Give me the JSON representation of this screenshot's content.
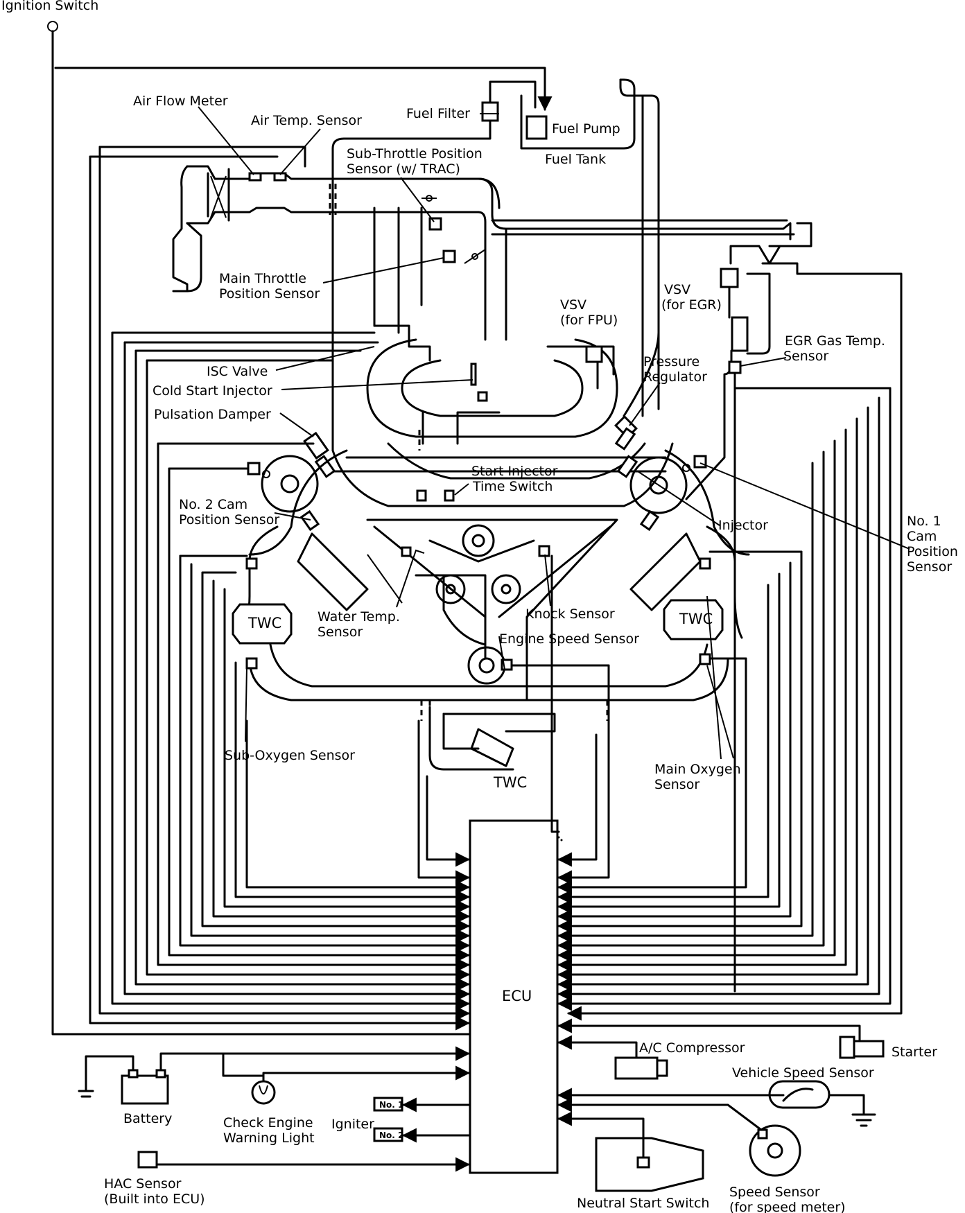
{
  "labels": {
    "ignition_switch": "Ignition Switch",
    "air_flow_meter": "Air Flow Meter",
    "air_temp_sensor": "Air Temp. Sensor",
    "fuel_filter": "Fuel Filter",
    "fuel_pump": "Fuel Pump",
    "fuel_tank": "Fuel Tank",
    "sub_throttle_1": "Sub-Throttle Position",
    "sub_throttle_2": "Sensor (w/ TRAC)",
    "main_throttle_1": "Main Throttle",
    "main_throttle_2": "Position Sensor",
    "vsv_fpu_1": "VSV",
    "vsv_fpu_2": "(for FPU)",
    "vsv_egr_1": "VSV",
    "vsv_egr_2": "(for EGR)",
    "egr_gas_1": "EGR Gas Temp.",
    "egr_gas_2": "Sensor",
    "pressure_reg_1": "Pressure",
    "pressure_reg_2": "Regulator",
    "isc_valve": "ISC Valve",
    "cold_start_injector": "Cold Start Injector",
    "pulsation_damper": "Pulsation Damper",
    "start_injector_1": "Start Injector",
    "start_injector_2": "Time Switch",
    "no2_cam_1": "No. 2 Cam",
    "no2_cam_2": "Position Sensor",
    "injector": "Injector",
    "no1_cam_1": "No. 1",
    "no1_cam_2": "Cam",
    "no1_cam_3": "Position",
    "no1_cam_4": "Sensor",
    "twc_left": "TWC",
    "twc_right": "TWC",
    "twc_bottom": "TWC",
    "water_temp_1": "Water Temp.",
    "water_temp_2": "Sensor",
    "knock_sensor": "Knock Sensor",
    "engine_speed_sensor": "Engine Speed Sensor",
    "sub_oxygen_sensor": "Sub-Oxygen Sensor",
    "main_oxygen_1": "Main Oxygen",
    "main_oxygen_2": "Sensor",
    "ecu": "ECU",
    "ac_compressor": "A/C Compressor",
    "starter": "Starter",
    "vehicle_speed_sensor": "Vehicle Speed Sensor",
    "battery": "Battery",
    "check_engine_1": "Check Engine",
    "check_engine_2": "Warning Light",
    "igniter": "Igniter",
    "igniter_no1": "No. 1",
    "igniter_no2": "No. 2",
    "hac_sensor_1": "HAC Sensor",
    "hac_sensor_2": "(Built into ECU)",
    "neutral_start_switch": "Neutral Start Switch",
    "speed_sensor_1": "Speed Sensor",
    "speed_sensor_2": "(for speed meter)"
  }
}
